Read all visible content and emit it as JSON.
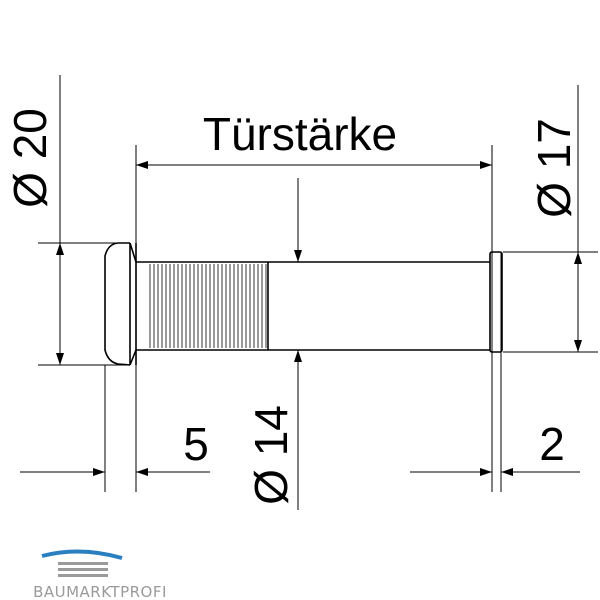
{
  "labels": {
    "tuerstaerke": "Türstärke",
    "dia_20": "Ø 20",
    "dia_17": "Ø 17",
    "dia_14": "Ø 14",
    "len_5": "5",
    "len_2": "2"
  },
  "logo": {
    "text": "BAUMARKTPROFI",
    "accent": "#2a7fc1",
    "grey": "#9a9a9a"
  },
  "colors": {
    "line": "#000000",
    "background": "#ffffff"
  }
}
